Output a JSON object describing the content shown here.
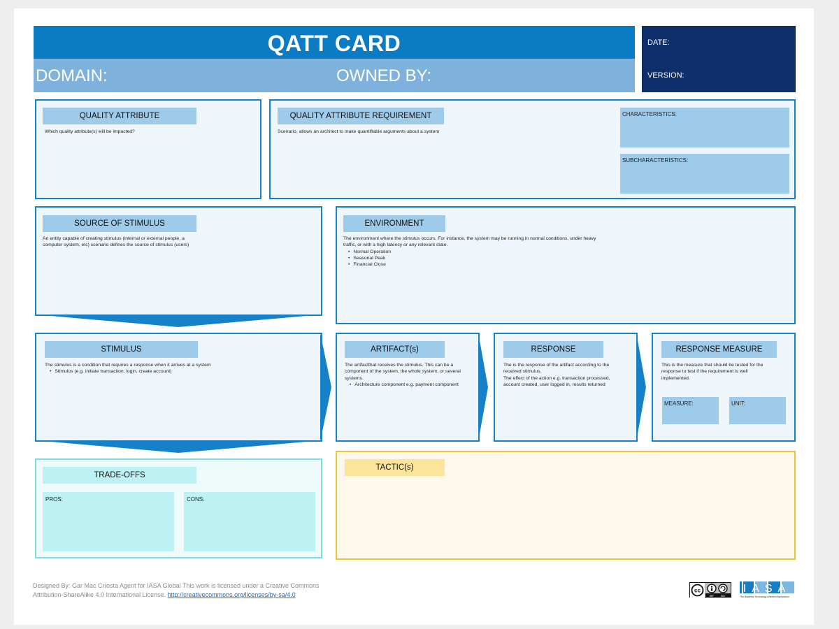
{
  "header": {
    "title": "QATT CARD",
    "domain_label": "DOMAIN:",
    "owned_by_label": "OWNED BY:",
    "date_label": "DATE:",
    "version_label": "VERSION:"
  },
  "quality_attribute": {
    "header": "QUALITY ATTRIBUTE",
    "text": "Which quality attribute(s) will be impacted?"
  },
  "qa_requirement": {
    "header": "QUALITY ATTRIBUTE REQUIREMENT",
    "text": "Scenario, allows an architect to make quantifiable arguments about a system",
    "characteristics_label": "CHARACTERISTICS:",
    "subcharacteristics_label": "SUBCHARACTERISTICS:"
  },
  "source_of_stimulus": {
    "header": "SOURCE OF STIMULUS",
    "text": "An entity capable of creating stimulus (internal or external people, a computer system, etc) scenario defines the source of stimulus (users)"
  },
  "environment": {
    "header": "ENVIRONMENT",
    "text": "The environment where the stimulus occurs. For instance, the system may be running in normal conditions, under heavy traffic, or with a high latency or any relevant state.",
    "items": [
      "Normal Operation",
      "Seasonal Peak",
      "Financial Close"
    ]
  },
  "stimulus": {
    "header": "STIMULUS",
    "text": "The stimulus is a condition that requires a response when it arrives at a system",
    "items": [
      "Stimulus (e.g. initiate transaction, login, create account)"
    ]
  },
  "artifact": {
    "header": "ARTIFACT(s)",
    "text": "The artifactthat receives the stimulus. This can be a component of the system, the whole system, or several systems.",
    "items": [
      "Architecture component e.g. payment component"
    ]
  },
  "response": {
    "header": "RESPONSE",
    "text": "The is the response of the artifact according to the received stimulus.",
    "text2": "The effect of the action e.g. transaction processed, account created, user logged in, results returned"
  },
  "response_measure": {
    "header": "RESPONSE MEASURE",
    "text": "This is the measure that should be tested for the response to test if the requirement is well implemented.",
    "measure_label": "MEASURE:",
    "unit_label": "UNIT:"
  },
  "trade_offs": {
    "header": "TRADE-OFFS",
    "pros_label": "PROS:",
    "cons_label": "CONS:"
  },
  "tactics": {
    "header": "TACTIC(s)"
  },
  "footer": {
    "line1": "Designed By: Gar Mac Críosta Agent for IASA Global This work is licensed under a Creative Commons",
    "line2": "Attribution-ShareAlike 4.0 International License.",
    "link": "http://creativecommons.org/licenses/by-sa/4.0",
    "cc_text": "cc",
    "cc_by": "BY",
    "cc_sa": "SA",
    "iasa_logo": "IASA",
    "iasa_tagline": "The Business Technology Architect Association"
  },
  "colors": {
    "primary": "#0b7cc4",
    "dark_navy": "#0f2f6b",
    "light_blue": "#9dcbe9",
    "cyan": "#bdf2f5",
    "yellow": "#fbe59a"
  }
}
